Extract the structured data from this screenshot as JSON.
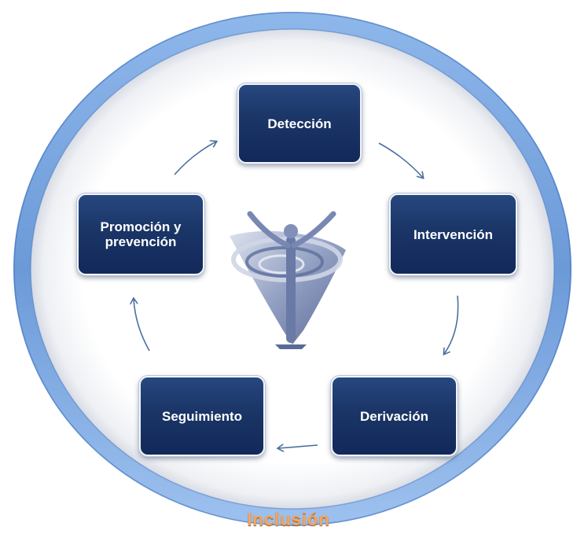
{
  "diagram": {
    "nodes": [
      {
        "id": "deteccion",
        "label": "Detección"
      },
      {
        "id": "intervencion",
        "label": "Intervención"
      },
      {
        "id": "derivacion",
        "label": "Derivación"
      },
      {
        "id": "seguimiento",
        "label": "Seguimiento"
      },
      {
        "id": "promocion",
        "label": "Promoción y\nprevención"
      }
    ],
    "ring_label": "Inclusión",
    "edges": [
      {
        "from": "deteccion",
        "to": "intervencion"
      },
      {
        "from": "intervencion",
        "to": "derivacion"
      },
      {
        "from": "derivacion",
        "to": "seguimiento"
      },
      {
        "from": "seguimiento",
        "to": "promocion"
      },
      {
        "from": "promocion",
        "to": "deteccion"
      }
    ],
    "center_icon": "human-figure-emblem-icon",
    "colors": {
      "ring": "#6e9edc",
      "node_fill": "#1a3566",
      "arrow": "#4a6fa0",
      "ring_label": "#f2a561"
    }
  }
}
